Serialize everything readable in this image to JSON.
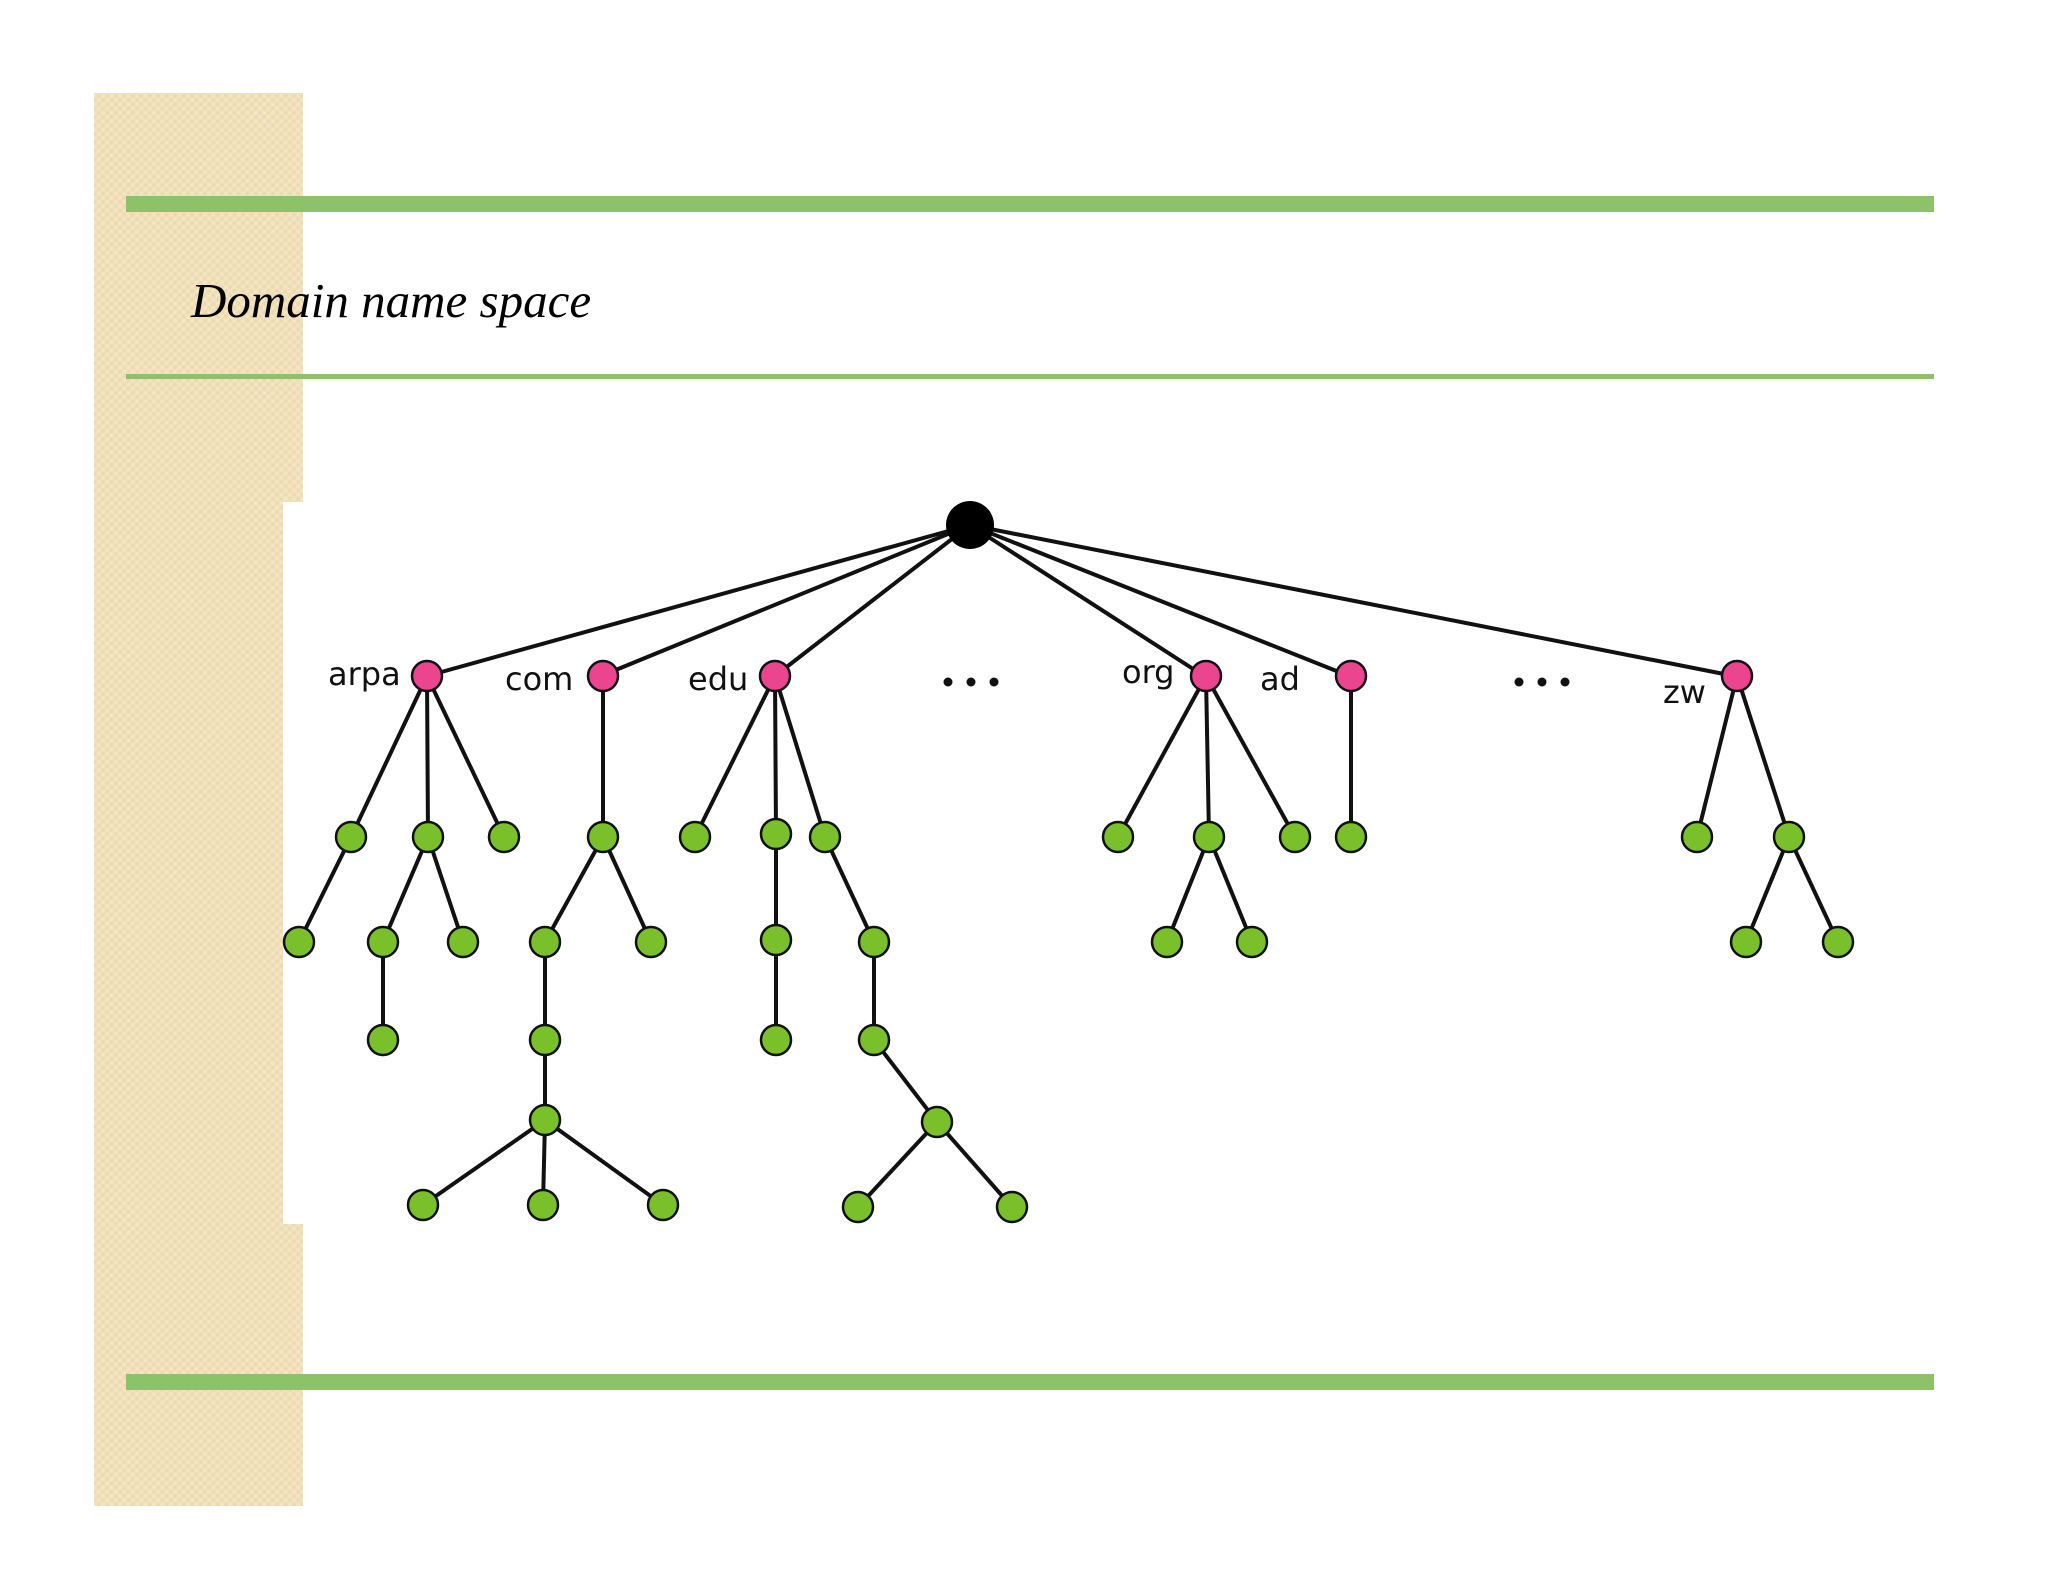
{
  "page": {
    "title": "Domain name space"
  },
  "colors": {
    "rule": "#8dc26a",
    "side_strip": "#f1e0b8",
    "root_node": "#000000",
    "tld_node": "#ec4590",
    "leaf_node": "#7ac02a",
    "edge": "#111111"
  },
  "tree": {
    "root_label": "",
    "top_level_domains": [
      {
        "label": "arpa"
      },
      {
        "label": "com"
      },
      {
        "label": "edu"
      },
      {
        "label": "org"
      },
      {
        "label": "ad"
      },
      {
        "label": "zw"
      }
    ],
    "ellipses": [
      "…",
      "…"
    ]
  }
}
